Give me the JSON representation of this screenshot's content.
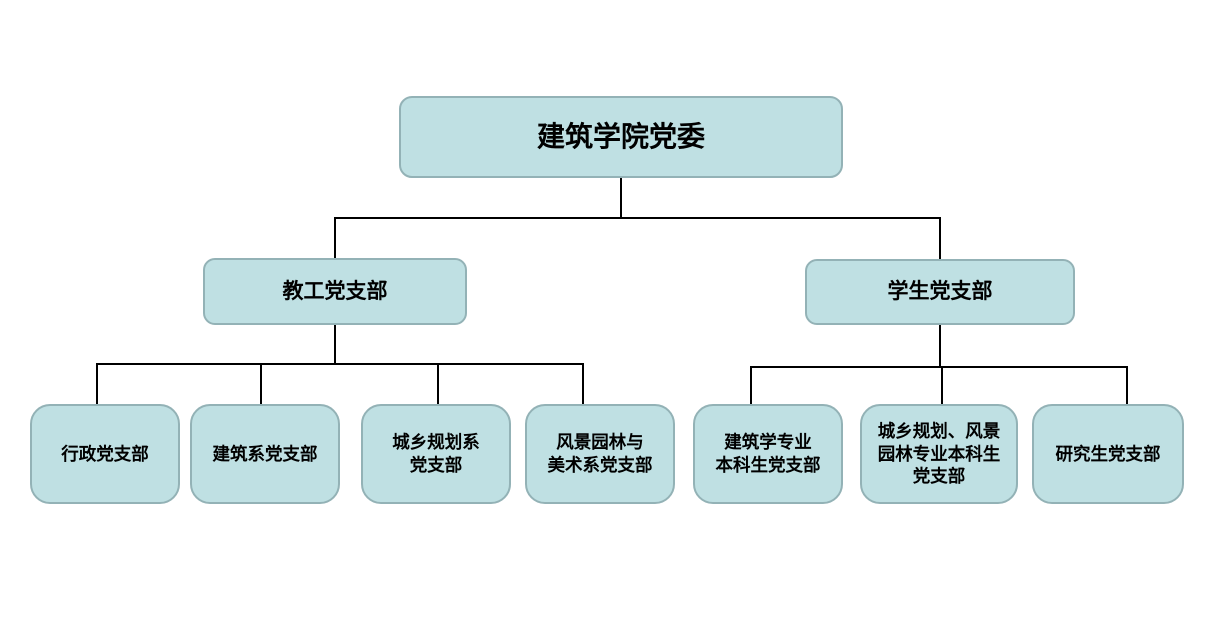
{
  "diagram": {
    "type": "org-chart",
    "root": {
      "label": "建筑学院党委"
    },
    "branches": [
      {
        "label": "教工党支部",
        "children": [
          {
            "label": "行政党支部"
          },
          {
            "label": "建筑系党支部"
          },
          {
            "label": "城乡规划系\n党支部"
          },
          {
            "label": "风景园林与\n美术系党支部"
          }
        ]
      },
      {
        "label": "学生党支部",
        "children": [
          {
            "label": "建筑学专业\n本科生党支部"
          },
          {
            "label": "城乡规划、风景\n园林专业本科生\n党支部"
          },
          {
            "label": "研究生党支部"
          }
        ]
      }
    ],
    "colors": {
      "background": "#ffffff",
      "node_fill": "#bfe0e3",
      "node_border": "#93b2b6",
      "connector": "#000000",
      "text": "#000000"
    }
  }
}
